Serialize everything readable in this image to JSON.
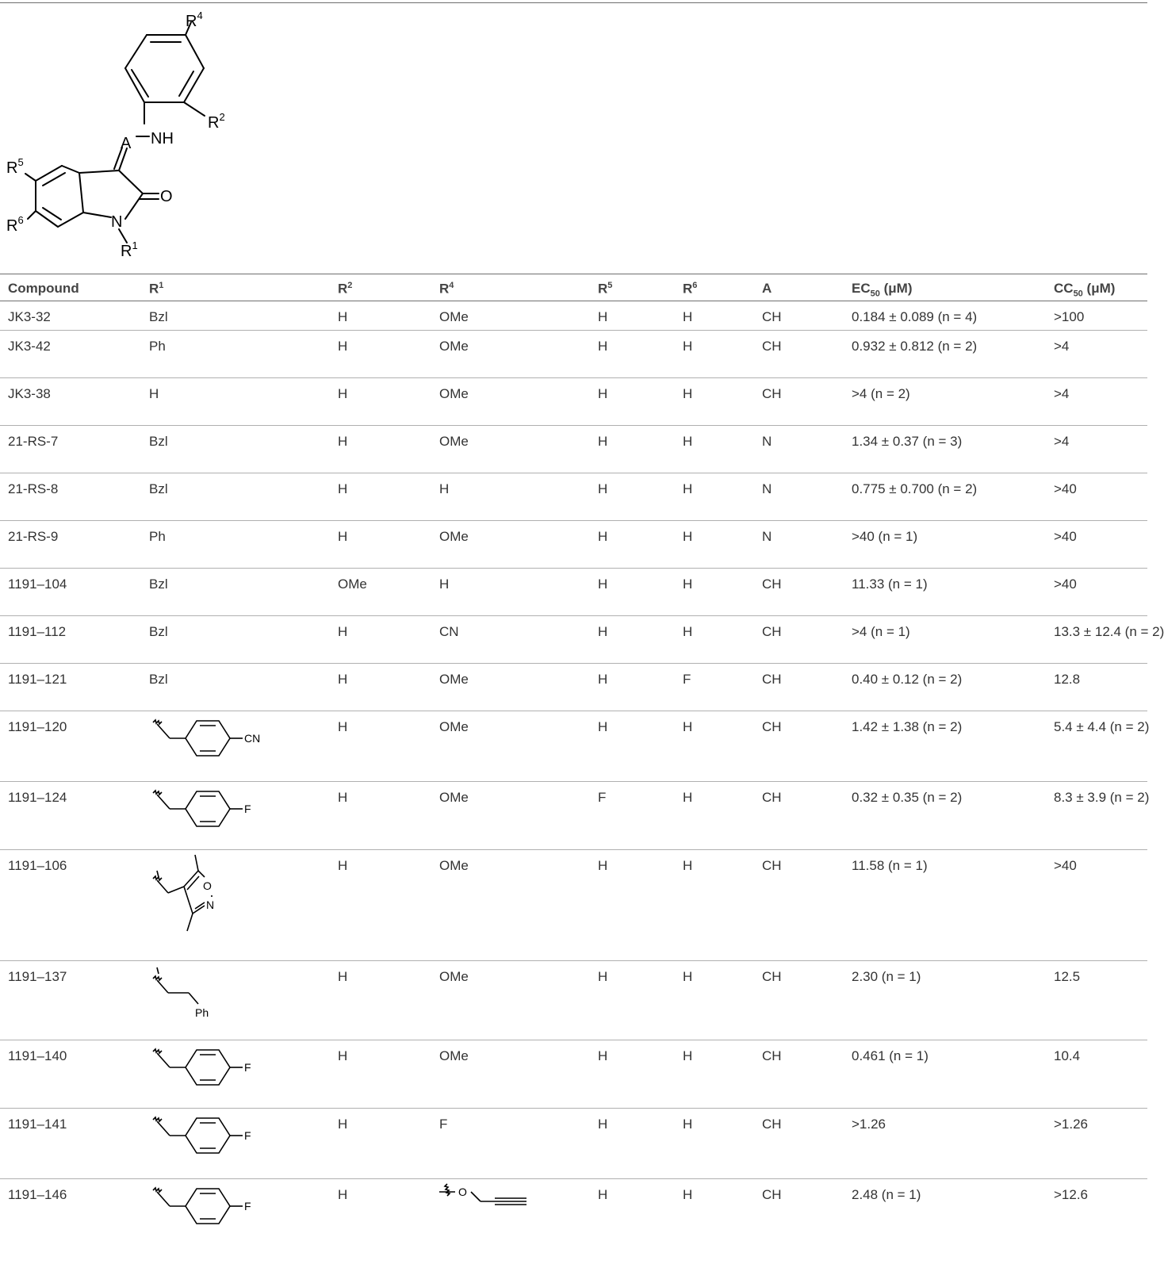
{
  "scaffold_labels": {
    "r4": "R",
    "r4_sup": "4",
    "r2": "R",
    "r2_sup": "2",
    "r5": "R",
    "r5_sup": "5",
    "r6": "R",
    "r6_sup": "6",
    "r1": "R",
    "r1_sup": "1",
    "a": "A",
    "nh": "NH",
    "o": "O",
    "n": "N"
  },
  "table": {
    "headers": {
      "compound": "Compound",
      "r1": "R",
      "r1_sup": "1",
      "r2": "R",
      "r2_sup": "2",
      "r4": "R",
      "r4_sup": "4",
      "r5": "R",
      "r5_sup": "5",
      "r6": "R",
      "r6_sup": "6",
      "a": "A",
      "ec50": "EC",
      "ec50_sub": "50",
      "ec50_unit": " (μM)",
      "cc50": "CC",
      "cc50_sub": "50",
      "cc50_unit": " (μM)"
    },
    "rows": [
      {
        "compound": "JK3-32",
        "r1": "Bzl",
        "r1_structure": "",
        "r2": "H",
        "r4": "OMe",
        "r5": "H",
        "r6": "H",
        "a": "CH",
        "ec50": "0.184 ± 0.089 (n = 4)",
        "cc50": ">100"
      },
      {
        "compound": "JK3-42",
        "r1": "Ph",
        "r1_structure": "",
        "r2": "H",
        "r4": "OMe",
        "r5": "H",
        "r6": "H",
        "a": "CH",
        "ec50": "0.932 ± 0.812\n(n = 2)",
        "cc50": ">4"
      },
      {
        "compound": "JK3-38",
        "r1": "H",
        "r1_structure": "",
        "r2": "H",
        "r4": "OMe",
        "r5": "H",
        "r6": "H",
        "a": "CH",
        "ec50": ">4\n(n = 2)",
        "cc50": ">4"
      },
      {
        "compound": "21-RS-7",
        "r1": "Bzl",
        "r1_structure": "",
        "r2": "H",
        "r4": "OMe",
        "r5": "H",
        "r6": "H",
        "a": "N",
        "ec50": "1.34 ± 0.37\n(n = 3)",
        "cc50": ">4"
      },
      {
        "compound": "21-RS-8",
        "r1": "Bzl",
        "r1_structure": "",
        "r2": "H",
        "r4": "H",
        "r5": "H",
        "r6": "H",
        "a": "N",
        "ec50": "0.775 ± 0.700\n(n = 2)",
        "cc50": ">40"
      },
      {
        "compound": "21-RS-9",
        "r1": "Ph",
        "r1_structure": "",
        "r2": "H",
        "r4": "OMe",
        "r5": "H",
        "r6": "H",
        "a": "N",
        "ec50": ">40\n(n = 1)",
        "cc50": ">40"
      },
      {
        "compound": "1191–104",
        "r1": "Bzl",
        "r1_structure": "",
        "r2": "OMe",
        "r4": "H",
        "r5": "H",
        "r6": "H",
        "a": "CH",
        "ec50": "11.33\n(n = 1)",
        "cc50": ">40"
      },
      {
        "compound": "1191–112",
        "r1": "Bzl",
        "r1_structure": "",
        "r2": "H",
        "r4": "CN",
        "r5": "H",
        "r6": "H",
        "a": "CH",
        "ec50": ">4\n(n = 1)",
        "cc50": "13.3 ± 12.4\n(n = 2)"
      },
      {
        "compound": "1191–121",
        "r1": "Bzl",
        "r1_structure": "",
        "r2": "H",
        "r4": "OMe",
        "r5": "H",
        "r6": "F",
        "a": "CH",
        "ec50": "0.40 ± 0.12\n(n = 2)",
        "cc50": "12.8"
      },
      {
        "compound": "1191–120",
        "r1": "",
        "r1_structure": "4-cyanobenzyl",
        "r1_label": "CN",
        "r2": "H",
        "r4": "OMe",
        "r5": "H",
        "r6": "H",
        "a": "CH",
        "ec50": "1.42 ± 1.38\n(n = 2)",
        "cc50": "5.4 ± 4.4\n(n = 2)"
      },
      {
        "compound": "1191–124",
        "r1": "",
        "r1_structure": "4-fluorobenzyl",
        "r1_label": "F",
        "r2": "H",
        "r4": "OMe",
        "r5": "F",
        "r6": "H",
        "a": "CH",
        "ec50": "0.32 ± 0.35\n(n = 2)",
        "cc50": "8.3 ± 3.9\n(n = 2)"
      },
      {
        "compound": "1191–106",
        "r1": "",
        "r1_structure": "dimethylisoxazolylmethyl",
        "r1_label_o": "O",
        "r1_label_n": "N",
        "r2": "H",
        "r4": "OMe",
        "r5": "H",
        "r6": "H",
        "a": "CH",
        "ec50": "11.58\n(n = 1)",
        "cc50": ">40"
      },
      {
        "compound": "1191–137",
        "r1": "",
        "r1_structure": "phenethyl",
        "r1_label": "Ph",
        "r2": "H",
        "r4": "OMe",
        "r5": "H",
        "r6": "H",
        "a": "CH",
        "ec50": "2.30\n(n = 1)",
        "cc50": "12.5"
      },
      {
        "compound": "1191–140",
        "r1": "",
        "r1_structure": "4-fluorobenzyl",
        "r1_label": "F",
        "r2": "H",
        "r4": "OMe",
        "r5": "H",
        "r6": "H",
        "a": "CH",
        "ec50": "0.461\n(n = 1)",
        "cc50": "10.4"
      },
      {
        "compound": "1191–141",
        "r1": "",
        "r1_structure": "4-fluorobenzyl",
        "r1_label": "F",
        "r2": "H",
        "r4": "F",
        "r5": "H",
        "r6": "H",
        "a": "CH",
        "ec50": ">1.26",
        "cc50": ">1.26"
      },
      {
        "compound": "1191–146",
        "r1": "",
        "r1_structure": "4-fluorobenzyl",
        "r1_label": "F",
        "r2": "H",
        "r4": "",
        "r4_structure": "propargyloxy",
        "r4_label": "O",
        "r5": "H",
        "r6": "H",
        "a": "CH",
        "ec50": "2.48\n(n = 1)",
        "cc50": ">12.6"
      }
    ]
  }
}
